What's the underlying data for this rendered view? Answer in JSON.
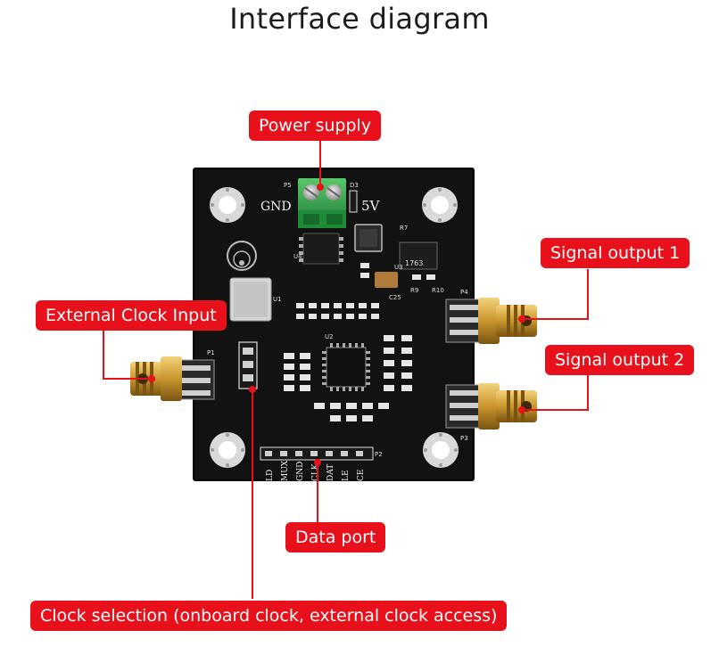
{
  "title": "Interface diagram",
  "callouts": {
    "power_supply": "Power supply",
    "signal_output_1": "Signal output 1",
    "signal_output_2": "Signal output 2",
    "external_clock_input": "External Clock Input",
    "data_port": "Data port",
    "clock_selection": "Clock selection (onboard clock, external clock access)"
  },
  "silkscreen": {
    "gnd": "GND",
    "five_v": "5V",
    "p5": "P5",
    "d3": "D3",
    "p1": "P1",
    "p2": "P2",
    "p3": "P3",
    "p4": "P4",
    "u1": "U1",
    "u2": "U2",
    "u3": "U3",
    "u4": "U4",
    "r7": "R7",
    "r9": "R9",
    "r10": "R10",
    "c25": "C25",
    "ic_marking": "1763",
    "header_pins": [
      "LD",
      "MUX",
      "GND",
      "CLK",
      "DAT",
      "LE",
      "CE"
    ]
  },
  "colors": {
    "callout": "#e8101a",
    "board": "#0c0c0c",
    "terminal_block": "#2fa84a",
    "sma_gold": "#c9952e"
  }
}
